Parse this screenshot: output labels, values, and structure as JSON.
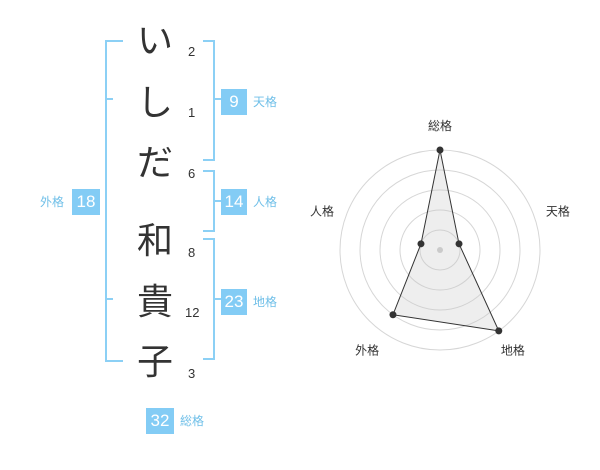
{
  "name": {
    "chars": [
      {
        "char": "い",
        "strokes": "2"
      },
      {
        "char": "し",
        "strokes": "1"
      },
      {
        "char": "だ",
        "strokes": "6"
      },
      {
        "char": "和",
        "strokes": "8"
      },
      {
        "char": "貴",
        "strokes": "12"
      },
      {
        "char": "子",
        "strokes": "3"
      }
    ]
  },
  "fortune": {
    "tenkaku": {
      "label": "天格",
      "value": "9"
    },
    "jinkaku": {
      "label": "人格",
      "value": "14"
    },
    "chikaku": {
      "label": "地格",
      "value": "23"
    },
    "gaikaku": {
      "label": "外格",
      "value": "18"
    },
    "soukaku": {
      "label": "総格",
      "value": "32"
    }
  },
  "colors": {
    "accent": "#83ccf5",
    "bracket": "#8cd0f5",
    "label": "#6fbfe8"
  },
  "chart_data": {
    "type": "radar",
    "axes": [
      "総格",
      "天格",
      "地格",
      "外格",
      "人格"
    ],
    "values": [
      5,
      1,
      5,
      4,
      1
    ],
    "max": 5,
    "rings": 5
  }
}
